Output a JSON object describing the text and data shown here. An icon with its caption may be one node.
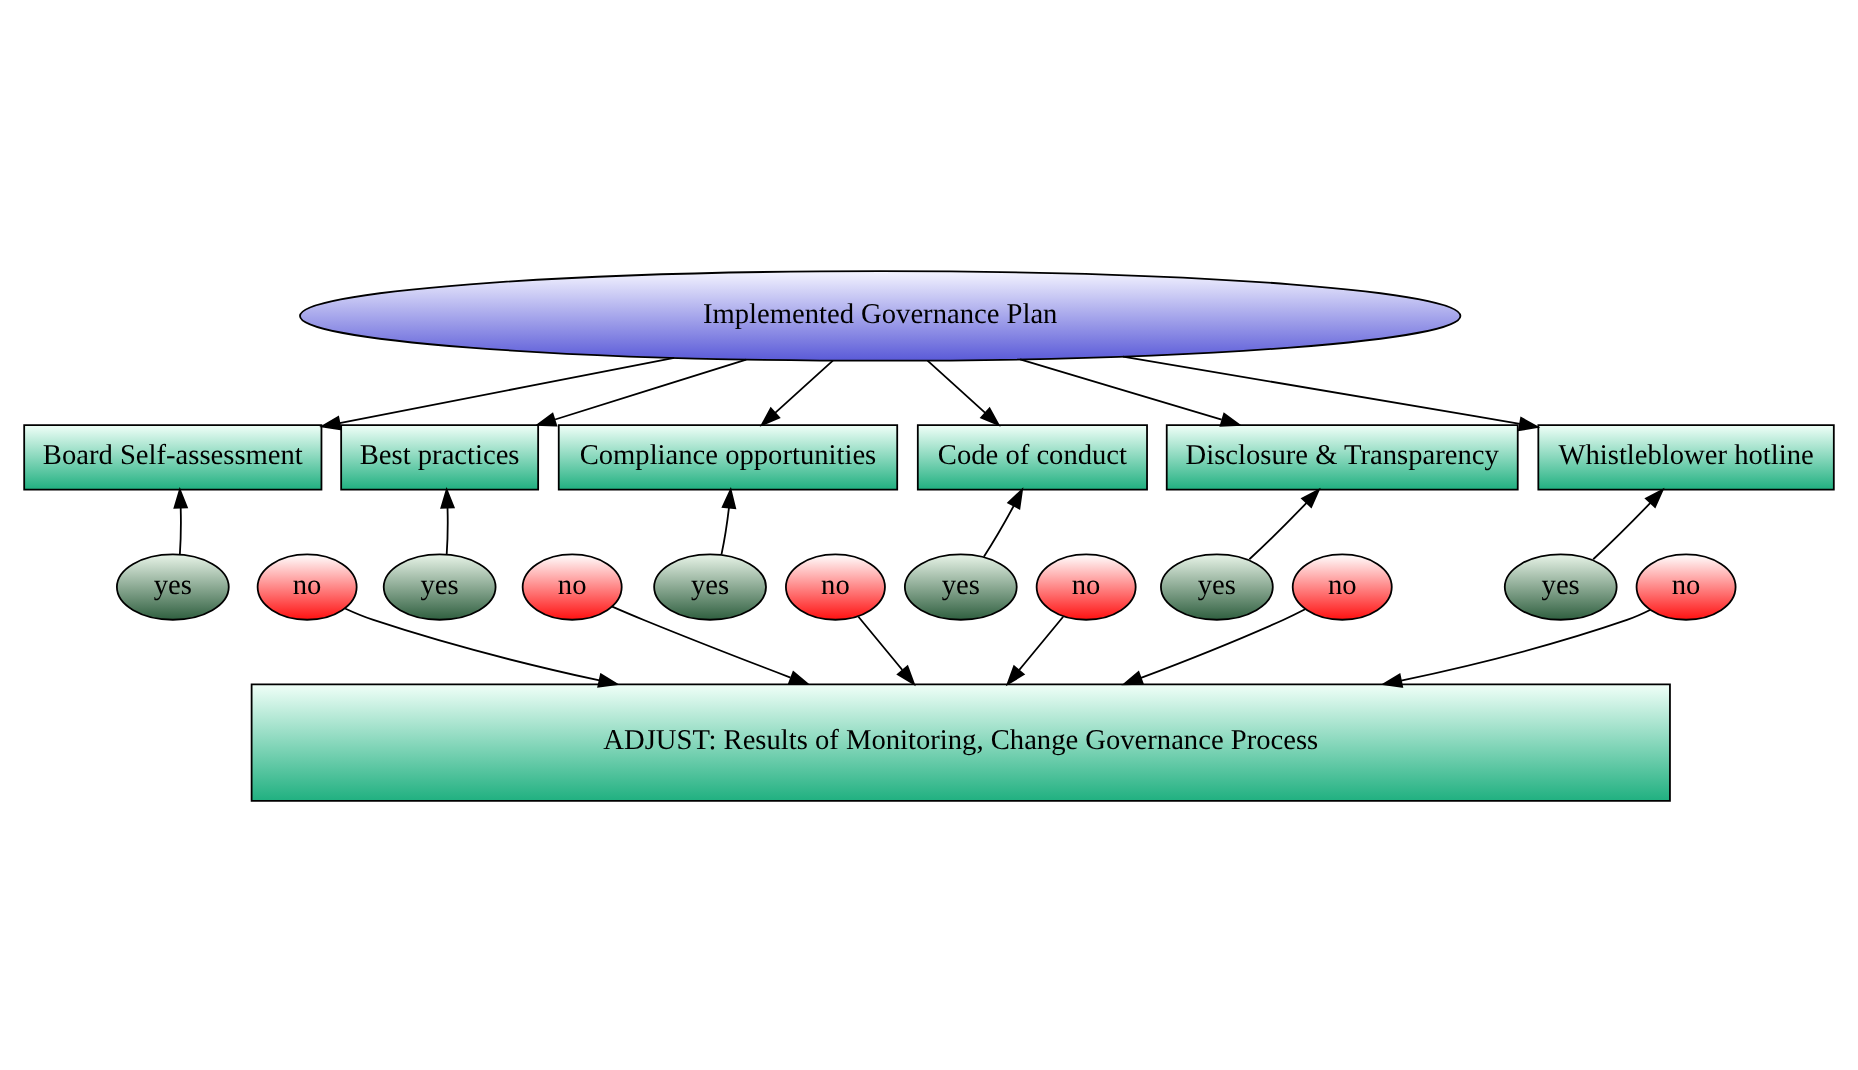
{
  "diagram": {
    "nodes": [
      {
        "text": [
          "Implemented Governance Plan"
        ]
      },
      {
        "text": [
          "Board Self-assessment"
        ]
      },
      {
        "text": [
          "Best practices"
        ]
      },
      {
        "text": [
          "Compliance opportunities"
        ]
      },
      {
        "text": [
          "Code of conduct"
        ]
      },
      {
        "text": [
          "Disclosure & Transparency"
        ]
      },
      {
        "text": [
          "Whistleblower hotline"
        ]
      },
      {
        "text": [
          "yes"
        ]
      },
      {
        "text": [
          "no"
        ]
      },
      {
        "text": [
          "yes"
        ]
      },
      {
        "text": [
          "no"
        ]
      },
      {
        "text": [
          "yes"
        ]
      },
      {
        "text": [
          "no"
        ]
      },
      {
        "text": [
          "yes"
        ]
      },
      {
        "text": [
          "no"
        ]
      },
      {
        "text": [
          "yes"
        ]
      },
      {
        "text": [
          "no"
        ]
      },
      {
        "text": [
          "yes"
        ]
      },
      {
        "text": [
          "no"
        ]
      },
      {
        "text": [
          "ADJUST: Results of Monitoring, Change Governance Process"
        ]
      }
    ],
    "edges": [
      {
        "from": 0,
        "to": 1,
        "arrow": "to"
      },
      {
        "from": 0,
        "to": 2,
        "arrow": "to"
      },
      {
        "from": 0,
        "to": 3,
        "arrow": "to"
      },
      {
        "from": 0,
        "to": 4,
        "arrow": "to"
      },
      {
        "from": 0,
        "to": 5,
        "arrow": "to"
      },
      {
        "from": 0,
        "to": 6,
        "arrow": "to"
      },
      {
        "from": 7,
        "to": 1,
        "arrow": "to"
      },
      {
        "from": 8,
        "to": 19,
        "arrow": "to"
      },
      {
        "from": 9,
        "to": 2,
        "arrow": "to"
      },
      {
        "from": 10,
        "to": 19,
        "arrow": "to"
      },
      {
        "from": 11,
        "to": 3,
        "arrow": "to"
      },
      {
        "from": 12,
        "to": 19,
        "arrow": "to"
      },
      {
        "from": 13,
        "to": 4,
        "arrow": "to"
      },
      {
        "from": 14,
        "to": 19,
        "arrow": "to"
      },
      {
        "from": 15,
        "to": 5,
        "arrow": "to"
      },
      {
        "from": 16,
        "to": 19,
        "arrow": "to"
      },
      {
        "from": 17,
        "to": 6,
        "arrow": "to"
      },
      {
        "from": 18,
        "to": 19,
        "arrow": "to"
      }
    ]
  }
}
